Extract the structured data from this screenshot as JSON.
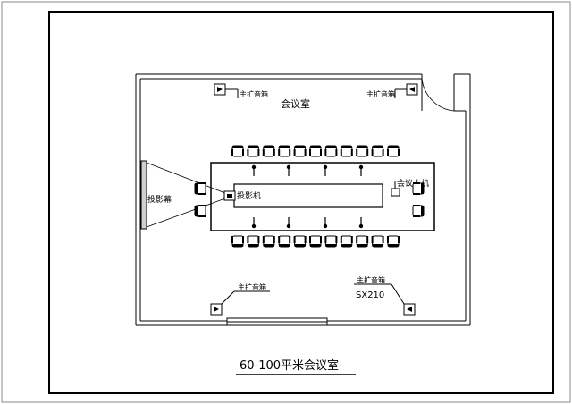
{
  "room_label": "会议室",
  "speaker_label": "主扩音箱",
  "speaker_model": "SX210",
  "screen_label": "投影幕",
  "projector_label": "投影机",
  "conference_unit_label": "会议主机",
  "caption": "60-100平米会议室",
  "colors": {
    "line": "#000000",
    "background": "#ffffff"
  }
}
